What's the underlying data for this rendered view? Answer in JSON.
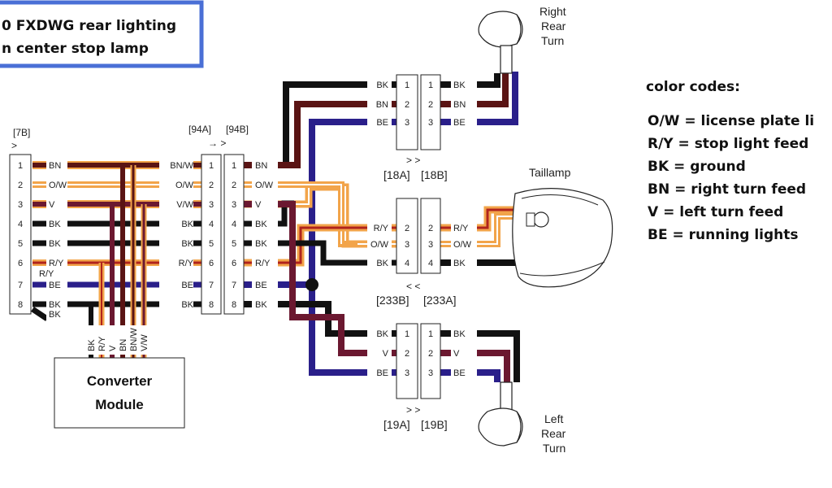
{
  "title": {
    "line1": "0 FXDWG rear lighting",
    "line2": "n center stop lamp",
    "border_color": "#4a6fd6"
  },
  "legend": {
    "heading": "color codes:",
    "items": [
      "O/W = license plate li",
      "R/Y = stop light feed",
      "BK = ground",
      "BN = right turn feed",
      "V = left turn feed",
      "BE = running lights"
    ]
  },
  "wire_colors": {
    "BK": "#111111",
    "BN": "#5a1414",
    "BE": "#2a1f8a",
    "V": "#6b1830",
    "O/W": "#f2a44a",
    "R/Y": "#f2a44a"
  },
  "connectors": {
    "c7b": "[7B]",
    "c94a": "[94A]",
    "c94b": "[94B]",
    "c18a": "[18A]",
    "c18b": "[18B]",
    "c233b": "[233B]",
    "c233a": "[233A]",
    "c19a": "[19A]",
    "c19b": "[19B]"
  },
  "pins_main": [
    "1",
    "2",
    "3",
    "4",
    "5",
    "6",
    "7",
    "8"
  ],
  "c7b_wires": [
    "BN",
    "O/W",
    "V",
    "BK",
    "BK",
    "R/Y",
    "BE",
    "BK"
  ],
  "c7b_extra": [
    "R/Y",
    "BK"
  ],
  "c94a_wires": [
    "BN/W",
    "O/W",
    "V/W",
    "BK",
    "BK",
    "R/Y",
    "BE",
    "BK"
  ],
  "c94b_wires": [
    "BN",
    "O/W",
    "V",
    "BK",
    "BK",
    "R/Y",
    "BE",
    "BK"
  ],
  "c18": {
    "pins": [
      "1",
      "2",
      "3"
    ],
    "wires": [
      "BK",
      "BN",
      "BE"
    ]
  },
  "c233": {
    "pins": [
      "2",
      "3",
      "4"
    ],
    "wires": [
      "R/Y",
      "O/W",
      "BK"
    ]
  },
  "c19": {
    "pins": [
      "1",
      "2",
      "3"
    ],
    "wires": [
      "BK",
      "V",
      "BE"
    ]
  },
  "converter": {
    "line1": "Converter",
    "line2": "Module",
    "wires": [
      "BK",
      "R/Y",
      "V",
      "BN",
      "BN/W",
      "V/W"
    ]
  },
  "lamps": {
    "right_turn": [
      "Right",
      "Rear",
      "Turn"
    ],
    "left_turn": [
      "Left",
      "Rear",
      "Turn"
    ],
    "taillamp": "Taillamp"
  }
}
